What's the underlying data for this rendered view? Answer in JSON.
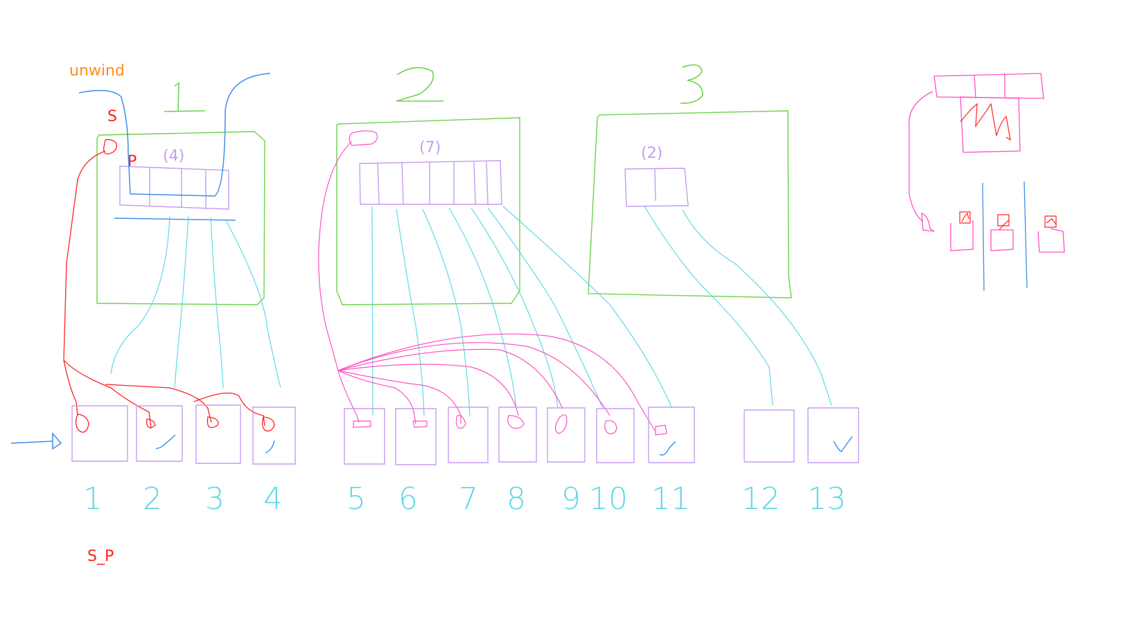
{
  "labels": {
    "unwind": "unwind",
    "s": "S",
    "p": "P",
    "sp": "S_P"
  },
  "group_numbers": [
    "1",
    "2",
    "3"
  ],
  "group_counts": [
    "(4)",
    "(7)",
    "(2)"
  ],
  "slot_numbers": [
    "1",
    "2",
    "3",
    "4",
    "5",
    "6",
    "7",
    "8",
    "9",
    "10",
    "11",
    "12",
    "13"
  ],
  "colors": {
    "orange": "#ff8c1a",
    "red": "#ff2020",
    "blue": "#3c8ee6",
    "green": "#6cd34c",
    "purple": "#c59cf2",
    "cyan": "#5fd8e6",
    "pink": "#ff4fc4"
  }
}
